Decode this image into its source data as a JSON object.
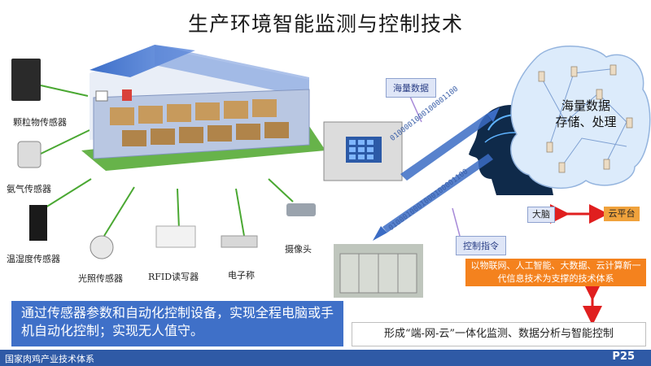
{
  "title": "生产环境智能监测与控制技术",
  "sensors": {
    "granule": "颗粒物传感器",
    "ammonia": "氨气传感器",
    "temp_humidity": "温湿度传感器",
    "light": "光照传感器",
    "rfid": "RFID读写器",
    "scale": "电子称",
    "camera": "摄像头"
  },
  "callouts": {
    "massive_data": "海量数据",
    "control_command": "控制指令"
  },
  "binary": {
    "upper": "0100001000100001100",
    "lower": "0100010001000100001100"
  },
  "cloud": {
    "line1": "海量数据",
    "line2": "存储、处理"
  },
  "brain_label": "大脑",
  "cloud_platform_label": "云平台",
  "tech_system": "以物联网、人工智能、大数据、云计算新一代信息技术为支撑的技术体系",
  "integration": "形成“端-网-云”一体化监测、数据分析与智能控制",
  "summary": "通过传感器参数和自动化控制设备，实现全程电脑或手机自动化控制；实现无人值守。",
  "footer": "国家肉鸡产业技术体系",
  "page": "P25",
  "colors": {
    "footer": "#2f5aa6",
    "summary_box": "#3f70c8",
    "tech_box": "#f4821e",
    "cloud_platform": "#f0a23c",
    "arrow_red": "#e01f1f",
    "arrow_blue": "#3b6cc4"
  }
}
